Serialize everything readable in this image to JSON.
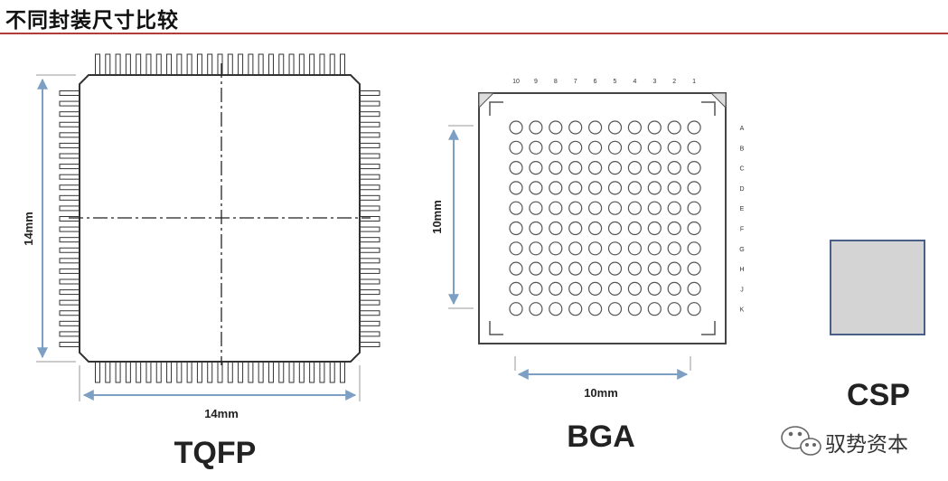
{
  "title": "不同封装尺寸比较",
  "packages": {
    "tqfp": {
      "name": "TQFP",
      "width_dim": "14mm",
      "height_dim": "14mm"
    },
    "bga": {
      "name": "BGA",
      "width_dim": "10mm",
      "height_dim": "10mm",
      "column_labels": [
        "10",
        "9",
        "8",
        "7",
        "6",
        "5",
        "4",
        "3",
        "2",
        "1"
      ],
      "row_labels": [
        "A",
        "B",
        "C",
        "D",
        "E",
        "F",
        "G",
        "H",
        "J",
        "K"
      ]
    },
    "csp": {
      "name": "CSP"
    }
  },
  "watermark": "驭势资本",
  "colors": {
    "rule": "#b23b3b",
    "dim_line": "#7d9fc4",
    "csp_fill": "#d4d4d4",
    "csp_border": "#4a5f88"
  }
}
